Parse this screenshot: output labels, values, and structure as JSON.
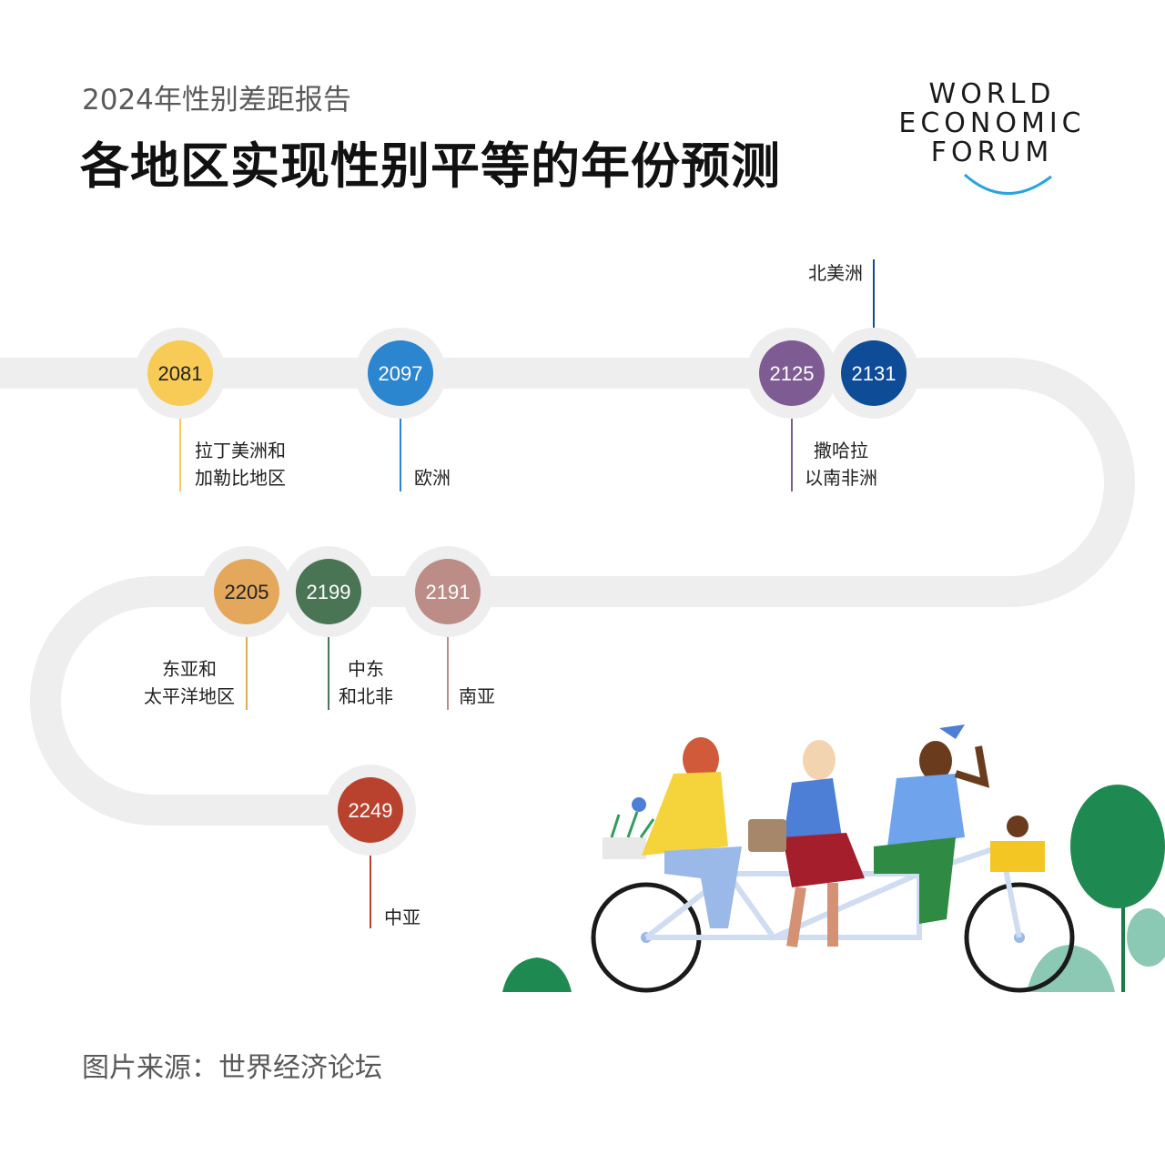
{
  "header": {
    "subtitle": "2024年性别差距报告",
    "title": "各地区实现性别平等的年份预测"
  },
  "logo": {
    "line1": "WORLD",
    "line2": "ECONOMIC",
    "line3": "FORUM"
  },
  "regions": [
    {
      "year": "2081",
      "label_line1": "拉丁美洲和",
      "label_line2": "加勒比地区",
      "color": "#F7CB55"
    },
    {
      "year": "2097",
      "label_line1": "",
      "label_line2": "欧洲",
      "color": "#2C86CF"
    },
    {
      "year": "2125",
      "label_line1": "撒哈拉",
      "label_line2": "以南非洲",
      "color": "#7E5C93"
    },
    {
      "year": "2131",
      "label_line1": "北美洲",
      "label_line2": "",
      "color": "#0E4C97"
    },
    {
      "year": "2191",
      "label_line1": "",
      "label_line2": "南亚",
      "color": "#BC8C86"
    },
    {
      "year": "2199",
      "label_line1": "中东",
      "label_line2": "和北非",
      "color": "#4A7555"
    },
    {
      "year": "2205",
      "label_line1": "东亚和",
      "label_line2": "太平洋地区",
      "color": "#E4A85C"
    },
    {
      "year": "2249",
      "label_line1": "",
      "label_line2": "中亚",
      "color": "#B9422E"
    }
  ],
  "footer": {
    "source": "图片来源：世界经济论坛"
  }
}
